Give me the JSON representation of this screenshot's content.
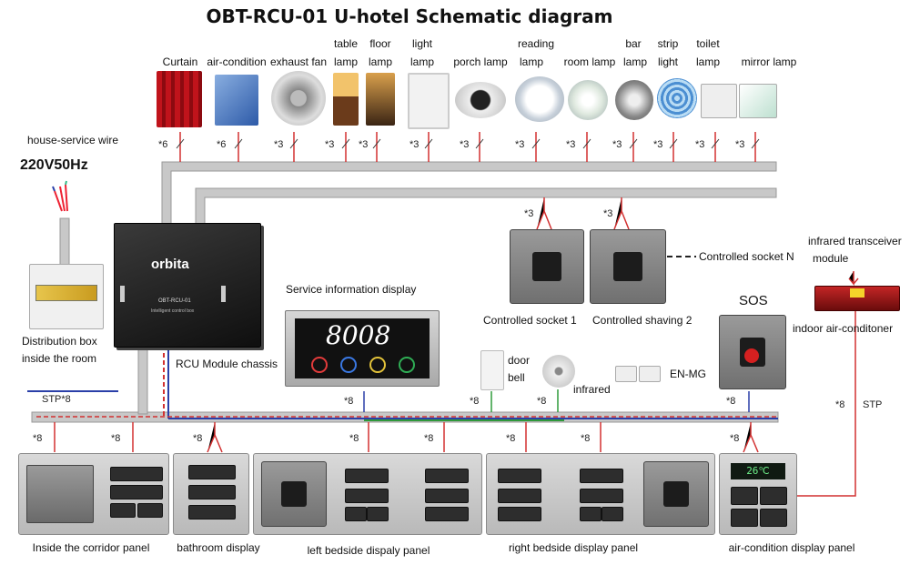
{
  "title": "OBT-RCU-01 U-hotel Schematic diagram",
  "power": {
    "wire_label": "house-service wire",
    "voltage": "220V50Hz"
  },
  "loads": [
    {
      "label": [
        "Curtain"
      ],
      "count": "*6"
    },
    {
      "label": [
        "air-condition"
      ],
      "count": "*6"
    },
    {
      "label": [
        "exhaust fan"
      ],
      "count": "*3"
    },
    {
      "label": [
        "table",
        "lamp"
      ],
      "count": "*3"
    },
    {
      "label": [
        "floor",
        "lamp"
      ],
      "count": "*3"
    },
    {
      "label": [
        "light",
        "lamp"
      ],
      "count": "*3"
    },
    {
      "label": [
        "porch lamp"
      ],
      "count": "*3"
    },
    {
      "label": [
        "reading",
        "lamp"
      ],
      "count": "*3"
    },
    {
      "label": [
        "room lamp"
      ],
      "count": "*3"
    },
    {
      "label": [
        "bar",
        "lamp"
      ],
      "count": "*3"
    },
    {
      "label": [
        "strip",
        "light"
      ],
      "count": "*3"
    },
    {
      "label": [
        "toilet",
        "lamp"
      ],
      "count": "*3"
    },
    {
      "label": [
        "mirror lamp"
      ],
      "count": "*3"
    }
  ],
  "distribution_box": {
    "label1": "Distribution box",
    "label2": "inside the room"
  },
  "rcu": {
    "label": "RCU Module chassis",
    "brand": "orbita",
    "model": "OBT-RCU-01",
    "sub": "Intelligent control box"
  },
  "sockets": {
    "socket1": {
      "label": "Controlled socket 1",
      "count": "*3"
    },
    "shaving": {
      "label": "Controlled shaving 2",
      "count": "*3"
    },
    "socket_n": "Controlled socket N"
  },
  "ir": {
    "label1": "infrared transceiver",
    "label2": "module"
  },
  "indoor_ac": "indoor air-conditoner",
  "sos": {
    "label": "SOS",
    "count": "*8"
  },
  "service_display": {
    "label": "Service information display",
    "number": "8008",
    "count": "*8"
  },
  "doorbell": {
    "label1": "door",
    "label2": "bell",
    "count": "*8"
  },
  "infrared": {
    "label": "infrared",
    "count": "*8"
  },
  "en_mg": "EN-MG",
  "stp": {
    "left": "STP*8",
    "right_count": "*8",
    "right_stp": "STP"
  },
  "panels": [
    {
      "label": "Inside the corridor panel",
      "count": "*8"
    },
    {
      "label": "bathroom display",
      "count": "*8"
    },
    {
      "label": "left bedside dispaly panel",
      "count": "*8"
    },
    {
      "label": "right bedside display panel",
      "count": "*8"
    },
    {
      "label": "air-condition display panel",
      "count": "*8"
    }
  ],
  "extra_counts": [
    "*8",
    "*8"
  ],
  "ac_display_temp": "26℃",
  "colors": {
    "wire_red": "#d23030",
    "wire_blue": "#2a3fa8",
    "wire_green": "#2f9a3a",
    "bus_grey": "#c8c8c8"
  }
}
